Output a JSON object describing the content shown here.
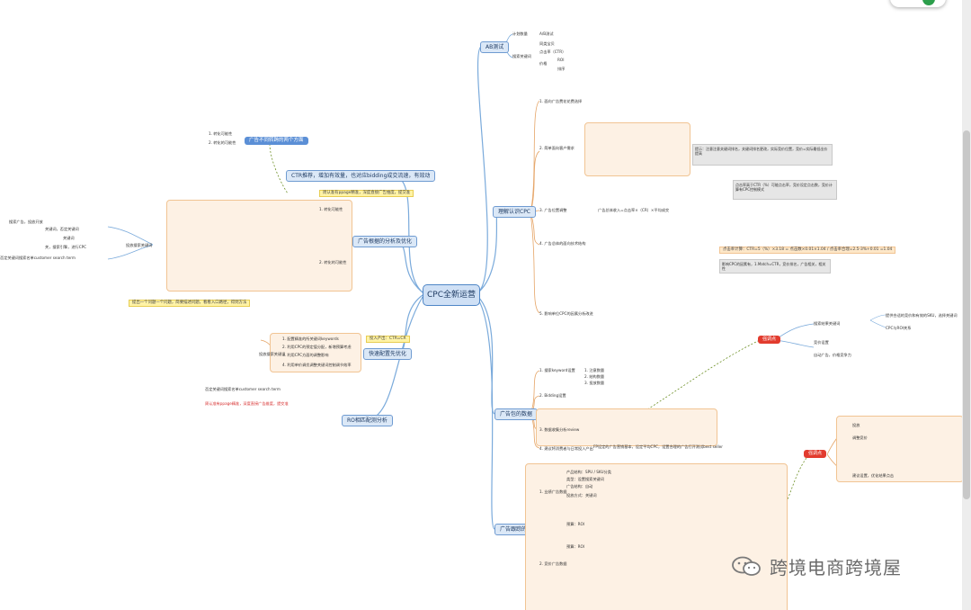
{
  "center": "CPC全新运营",
  "branches": {
    "ab": "AB测试",
    "ab_items": [
      "计划数量",
      "搜索关键词",
      "A/B测试",
      "ROI"
    ],
    "ab_sub": [
      "同类宝贝",
      "点击率（CTR）",
      "价格",
      "排序"
    ],
    "cpc": "理解认识CPC",
    "data": "广告包的数据",
    "manage": "广告跟踪的管理"
  },
  "left": {
    "two_ways": "广告不同转跨的两个方面",
    "two_ways_items": [
      "1. 转化可能性",
      "2. 转化的可能性"
    ],
    "ctr_line": "CTR推荐，增加有效量，也对应bidding成交流速，有效动",
    "analysis": "广告根据的分析及优化",
    "keyword_hint": "周认准有ppage精准，深度直接广告维度，提交准",
    "deploy": "快速配置先优化",
    "deploy_note": "投入产出：CTR=CR",
    "sp": "RO相匹配测分析",
    "auto_search": "投放搜索关键词",
    "deploy_items": [
      "1. 配置精准的所关键词keywords",
      "2. 利用CPC的预定值分配，新增预算考虑",
      "3. 利用CPC方面的调整影响",
      "4. 利用单价调优调整关键词控制调节效率"
    ],
    "far_left": [
      "搜索广告，投放开放",
      "关键词，否定关键词",
      "关键词",
      "关，搜索引擎，进行CPC",
      "否定关键词搜索名单customer search term"
    ],
    "orig_question": "提出一个问题一个问题，简要描述问题，看看入口路径，得到方法"
  },
  "cpc_section": {
    "items": [
      "1. 面向广告费花花费选择",
      "2. 简单面向客户需求",
      "3. 广告位置调整",
      "4. 广告总体的面向技术结构",
      "5. 影响单位CPC的因素分析改进"
    ],
    "formula": "广告总体收入=点击率×（CR）×平均成交",
    "orange_note": "点击率计算：CTR=5（%）×3.18 = 点击数×0.01×1.04 / 点击率合理=2.5-3%+0.01 =1.04",
    "grey_note_1": "提示：注意注意关键词排名，关键词排名更改，实际竞价位置，竞价=实际最低出价提高",
    "grey_note_2": "点击率高于CTR（%）可能点击率，竞价设定点击数，竞价计算有CPC控制模式",
    "grey_note_3": "影响CPC的因素有，1.Match=CTR，竞价排名，广告相关，相关性"
  },
  "data_section": {
    "labels": [
      "1. 搜索keyword设置",
      "2. Bidding设置",
      "3. 数据收集分析review",
      "4. 建议将消费者与日常投入产出"
    ],
    "ranks": [
      "1. 注意数量",
      "2. 结构数量",
      "3. 投放数量"
    ],
    "note": "FP设定的广告营销基本，设定平均CPC，设置合理的广告打开测试best seller"
  },
  "manage_section": {
    "labels": [
      "1. 业绩广告数据",
      "2. 竞价广告数据"
    ],
    "sub_labels": [
      "产品结构：SPU / SKU分类",
      "类型：设置搜索关键词",
      "广告结构：自动",
      "投放方式：关键词",
      "预算：ROI",
      "预算：ROI"
    ]
  },
  "right": {
    "left_pill": "强调点",
    "right_pill": "强调点",
    "right_items": [
      "搜索结果关键词",
      "竞价设置",
      "自动广告，价格竞争力"
    ],
    "right_notes": [
      "提供合适的竞价和有效的SKU，选择关键词",
      "CPC与ROI关系",
      "投放",
      "调整竞价",
      "建议设置，优化结果点击"
    ]
  },
  "watermark": "跨境电商跨境屋",
  "colors": {
    "branch_line": "#7aaadb",
    "orange_line": "#e5a466",
    "green_dash": "#6b8e23",
    "center_fill": "#cfe0f5",
    "accent_blue": "#5b8fd6",
    "accent_red": "#e23b2e",
    "panel_fill": "#fdf1e4"
  },
  "icons": [
    "wechat-icon",
    "status-dot-icon"
  ]
}
